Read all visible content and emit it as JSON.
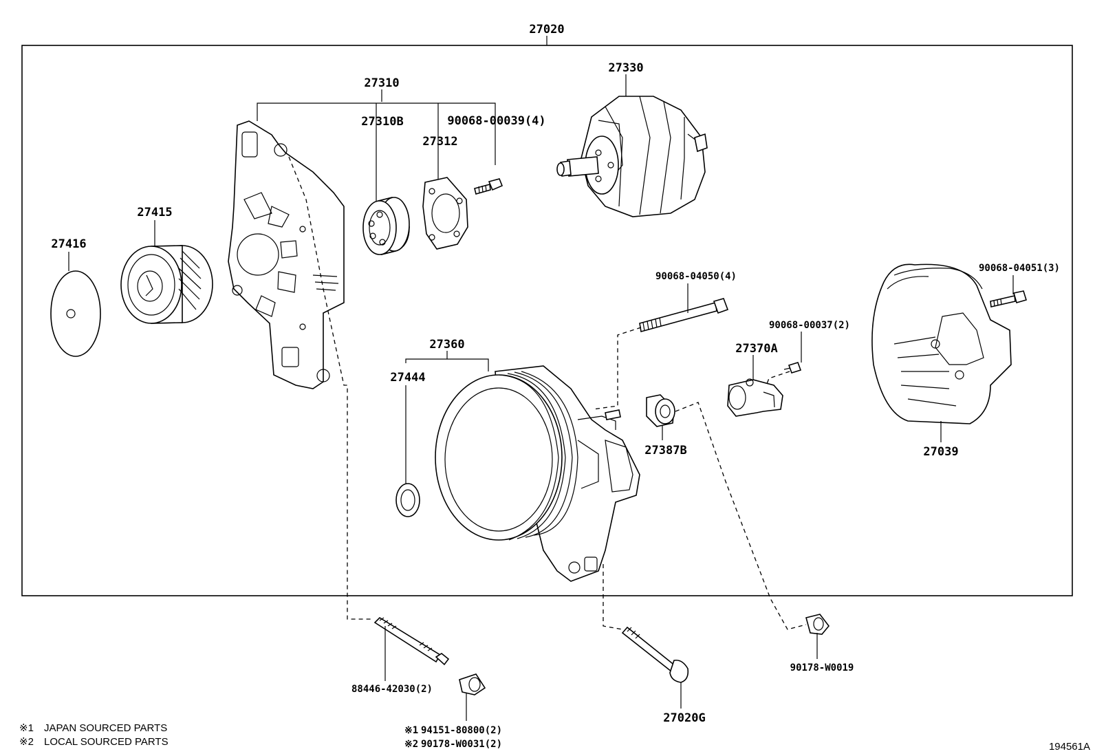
{
  "assembly": {
    "part_no": "27020"
  },
  "parts": {
    "p27310": "27310",
    "p27310B": "27310B",
    "p27312": "27312",
    "bolt_00039": "90068-00039(4)",
    "p27330": "27330",
    "p27415": "27415",
    "p27416": "27416",
    "bolt_04050": "90068-04050(4)",
    "bolt_04051": "90068-04051(3)",
    "bolt_00037": "90068-00037(2)",
    "p27360": "27360",
    "p27444": "27444",
    "p27370A": "27370A",
    "p27387B": "27387B",
    "p27039": "27039",
    "stud_88446": "88446-42030(2)",
    "nut_W0019": "90178-W0019",
    "bolt_27020G": "27020G",
    "nut_80800": "94151-80800(2)",
    "nut_W0031": "90178-W0031(2)"
  },
  "note_marks": {
    "mark1": "※1",
    "mark2": "※2"
  },
  "legend": {
    "japan": "JAPAN SOURCED PARTS",
    "local": "LOCAL SOURCED PARTS"
  },
  "diagram_id": "194561A"
}
